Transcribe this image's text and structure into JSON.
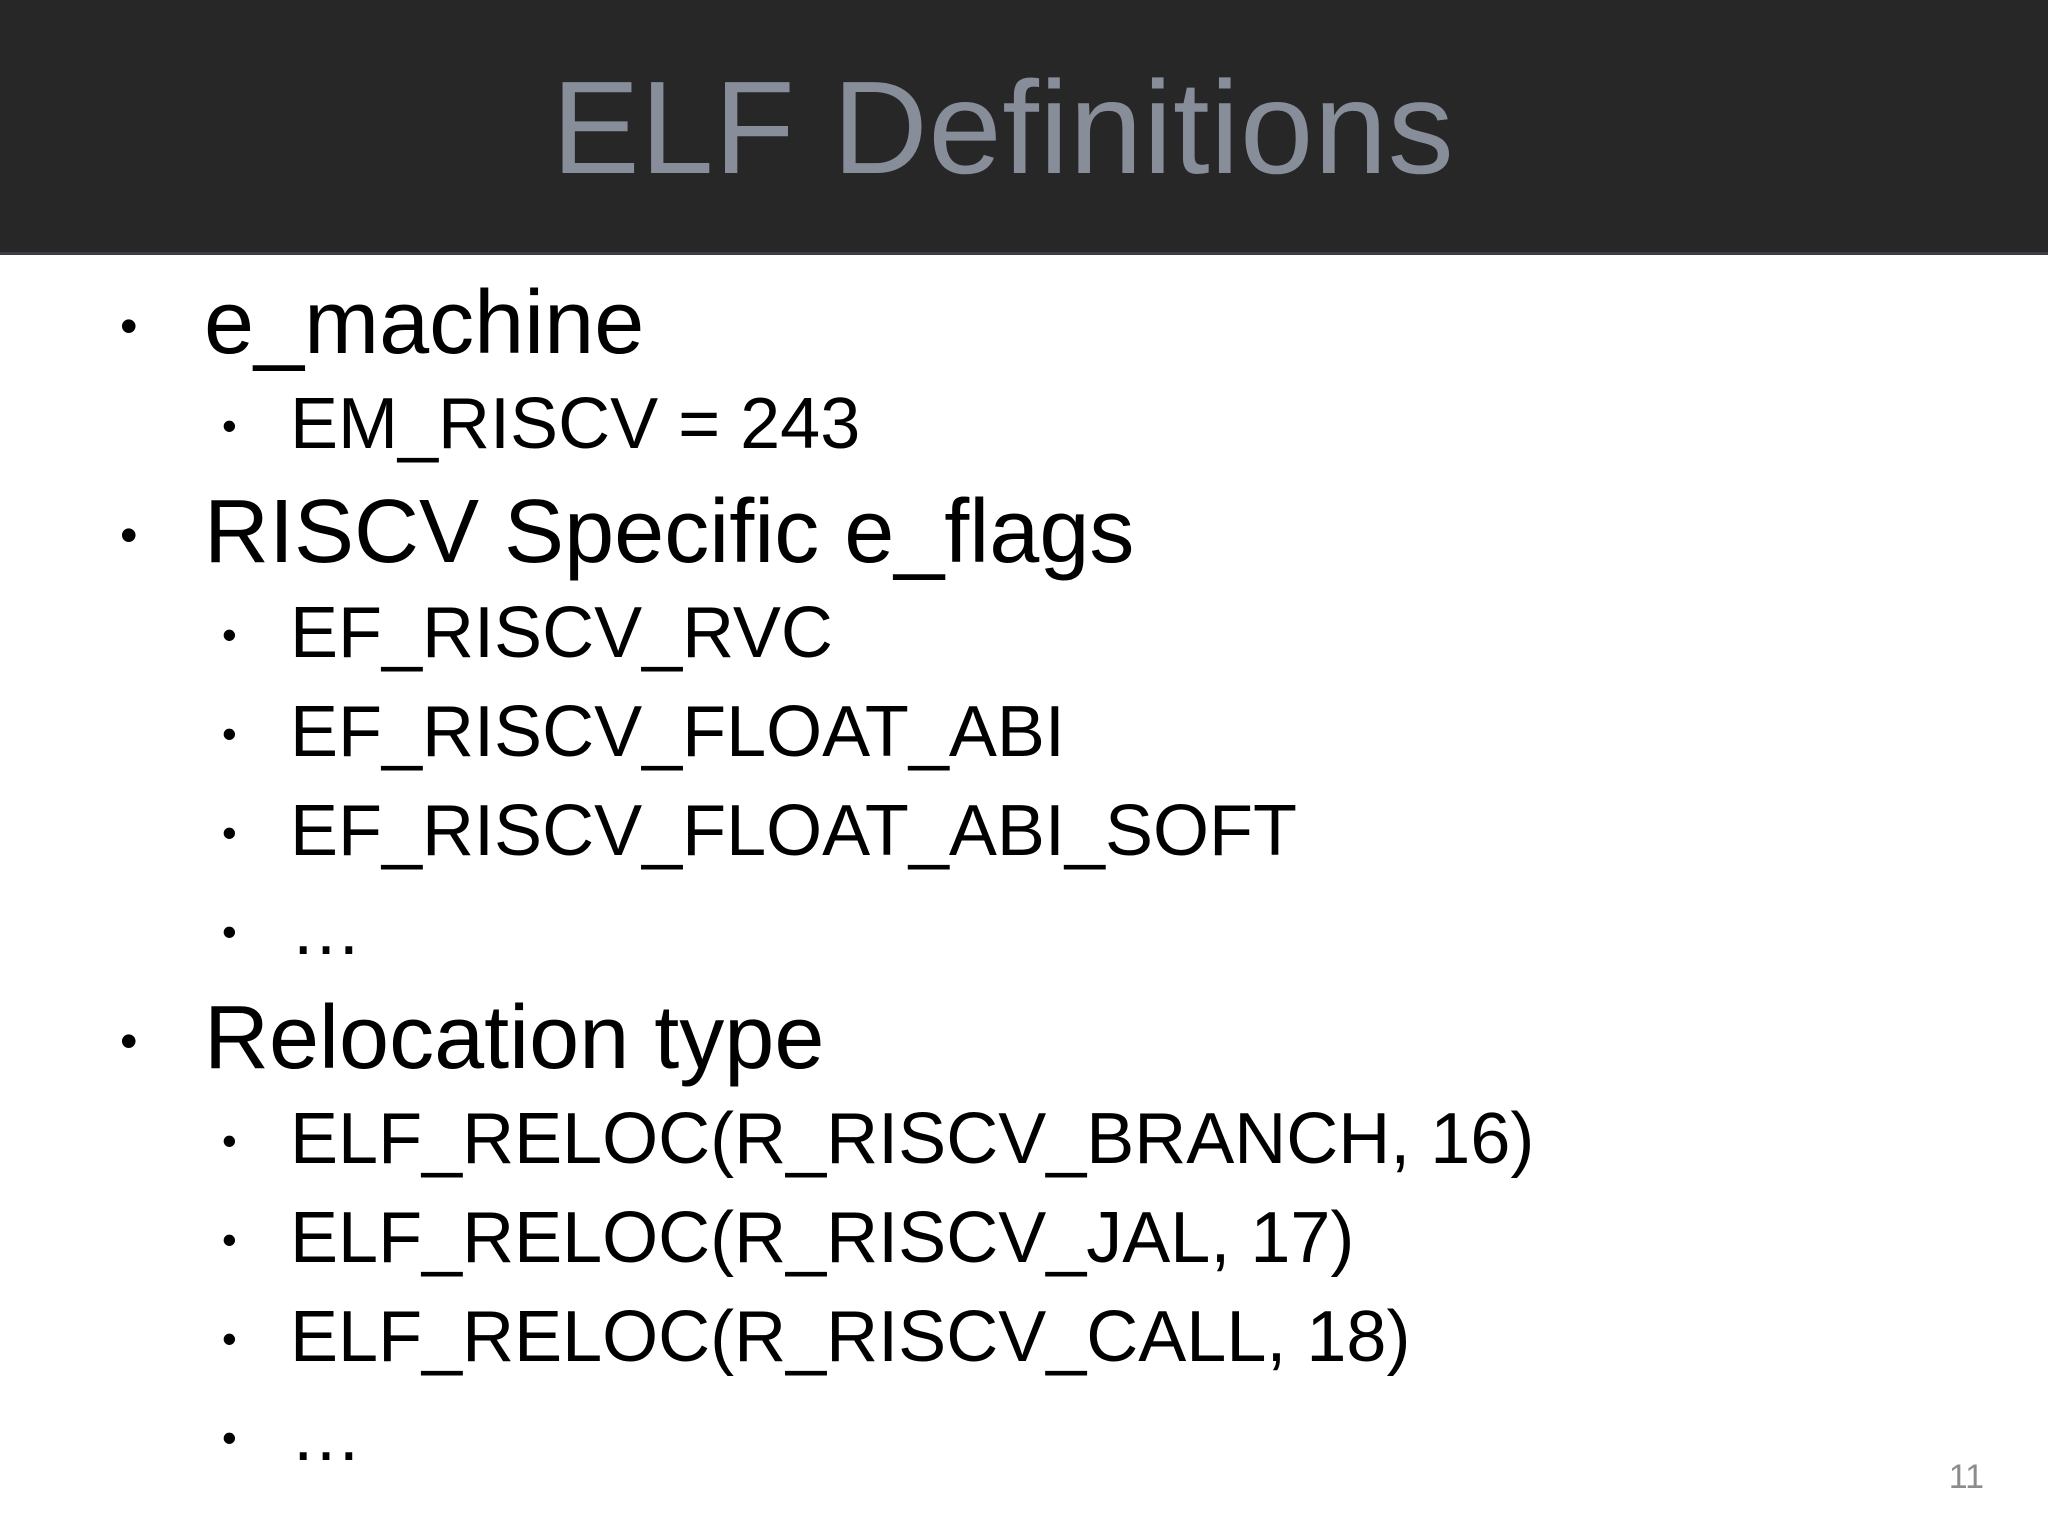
{
  "slide": {
    "title": "ELF Definitions",
    "page_number": "11",
    "title_color": "#878e9a",
    "title_band_color": "#272727",
    "body_background": "#ffffff",
    "body_text_color": "#000000",
    "page_number_color": "#8c8c8c",
    "bullet_glyph": "•"
  },
  "content": {
    "items": [
      {
        "level": 1,
        "text": "e_machine"
      },
      {
        "level": 2,
        "text": "EM_RISCV = 243"
      },
      {
        "level": 1,
        "text": "RISCV Specific e_flags"
      },
      {
        "level": 2,
        "text": "EF_RISCV_RVC"
      },
      {
        "level": 2,
        "text": "EF_RISCV_FLOAT_ABI"
      },
      {
        "level": 2,
        "text": "EF_RISCV_FLOAT_ABI_SOFT"
      },
      {
        "level": 2,
        "text": "…"
      },
      {
        "level": 1,
        "text": "Relocation type"
      },
      {
        "level": 2,
        "text": "ELF_RELOC(R_RISCV_BRANCH, 16)"
      },
      {
        "level": 2,
        "text": "ELF_RELOC(R_RISCV_JAL, 17)"
      },
      {
        "level": 2,
        "text": "ELF_RELOC(R_RISCV_CALL, 18)"
      },
      {
        "level": 2,
        "text": "…"
      }
    ]
  }
}
